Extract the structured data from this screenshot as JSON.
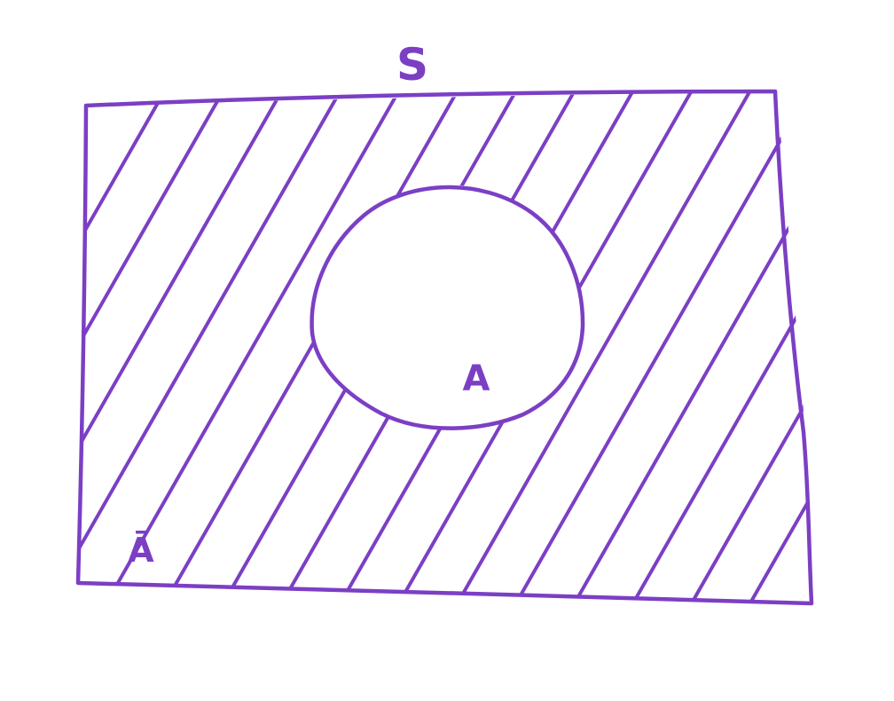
{
  "diagram": {
    "universe_label": "S",
    "set_label": "A",
    "complement_label": "Ā",
    "ink_color": "#7b3fc4",
    "background_color": "#ffffff"
  }
}
